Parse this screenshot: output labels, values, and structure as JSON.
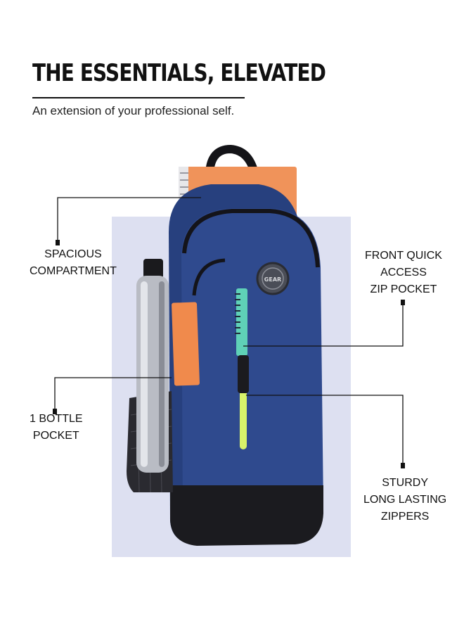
{
  "heading": {
    "title": "THE ESSENTIALS, ELEVATED",
    "subtitle": "An extension of your professional self."
  },
  "callouts": {
    "spacious": [
      "SPACIOUS",
      "COMPARTMENT"
    ],
    "front_pocket": [
      "FRONT QUICK",
      "ACCESS",
      "ZIP POCKET"
    ],
    "bottle": [
      "1 BOTTLE",
      "POCKET"
    ],
    "zippers": [
      "STURDY",
      "LONG LASTING",
      "ZIPPERS"
    ]
  },
  "product": {
    "badge_text": "GEAR"
  },
  "colors": {
    "panel": "#dde0f1",
    "bag_blue": "#2f4a8e",
    "bag_black": "#1b1b1f",
    "notebook_orange": "#f0935a",
    "zip_pull_green": "#d8f36a",
    "teal": "#5fd1b7"
  }
}
